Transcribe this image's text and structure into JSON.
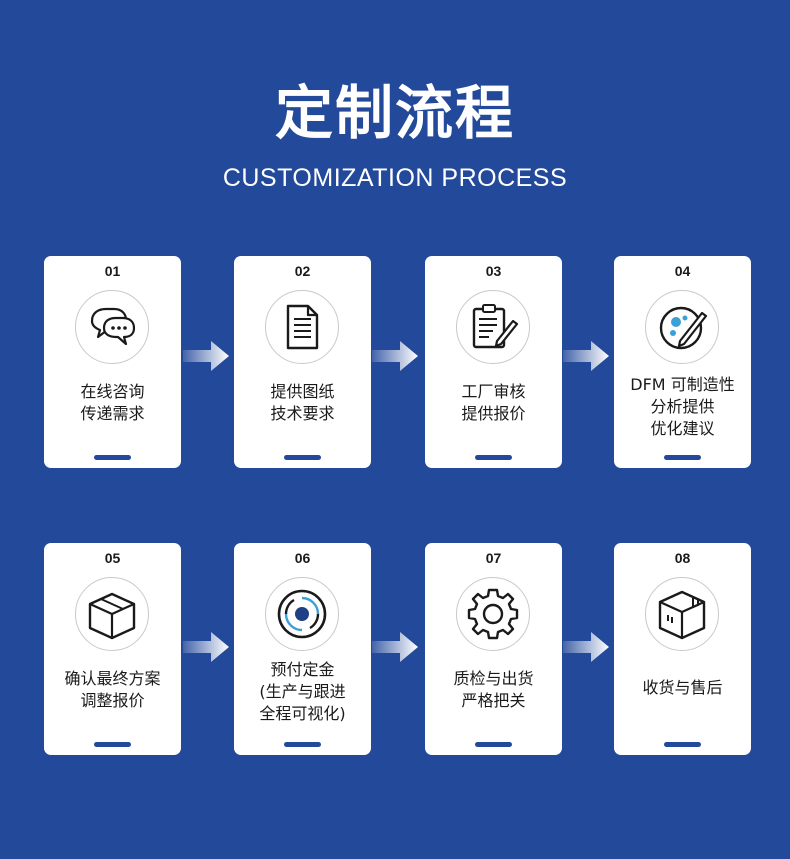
{
  "header": {
    "title": "定制流程",
    "subtitle": "CUSTOMIZATION PROCESS"
  },
  "colors": {
    "background": "#23499b",
    "accent": "#23499b",
    "card": "#ffffff"
  },
  "steps": [
    {
      "num": "01",
      "icon": "chat-bubbles-icon",
      "lines": [
        "在线咨询",
        "传递需求"
      ]
    },
    {
      "num": "02",
      "icon": "document-icon",
      "lines": [
        "提供图纸",
        "技术要求"
      ]
    },
    {
      "num": "03",
      "icon": "clipboard-pencil-icon",
      "lines": [
        "工厂审核",
        "提供报价"
      ]
    },
    {
      "num": "04",
      "icon": "palette-pencil-icon",
      "lines": [
        "DFM 可制造性",
        "分析提供",
        "优化建议"
      ]
    },
    {
      "num": "05",
      "icon": "box-icon",
      "lines": [
        "确认最终方案",
        "调整报价"
      ]
    },
    {
      "num": "06",
      "icon": "target-icon",
      "lines": [
        "预付定金",
        "(生产与跟进",
        "全程可视化)"
      ]
    },
    {
      "num": "07",
      "icon": "gear-icon",
      "lines": [
        "质检与出货",
        "严格把关"
      ]
    },
    {
      "num": "08",
      "icon": "package-icon",
      "lines": [
        "收货与售后"
      ]
    }
  ]
}
